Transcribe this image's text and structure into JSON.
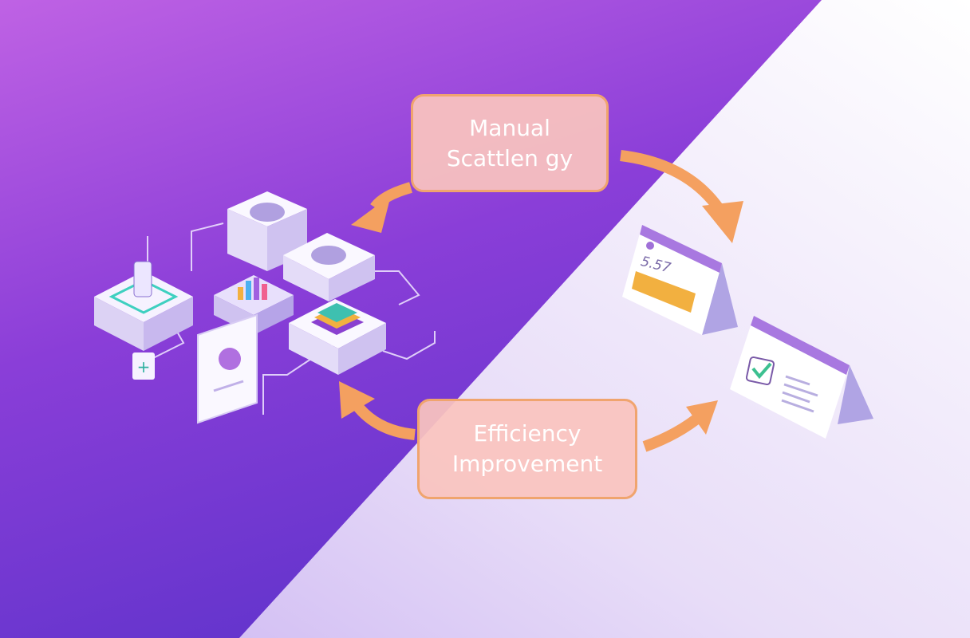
{
  "labels": {
    "top": {
      "line1": "Manual",
      "line2": "Scattlen gy"
    },
    "bottom": {
      "line1": "Efficiency",
      "line2": "Improvement"
    }
  },
  "card_top": {
    "metric": "5.57"
  },
  "colors": {
    "purple_top": "#b65ee2",
    "purple_bottom": "#6a36d2",
    "light_bg": "#f4f0fb",
    "arrow": "#f4a060",
    "box_fill": "#f9c4bf",
    "box_border": "#f0a46e",
    "card_header": "#a878e0",
    "card_bar": "#f2b040",
    "check": "#3cc090"
  }
}
